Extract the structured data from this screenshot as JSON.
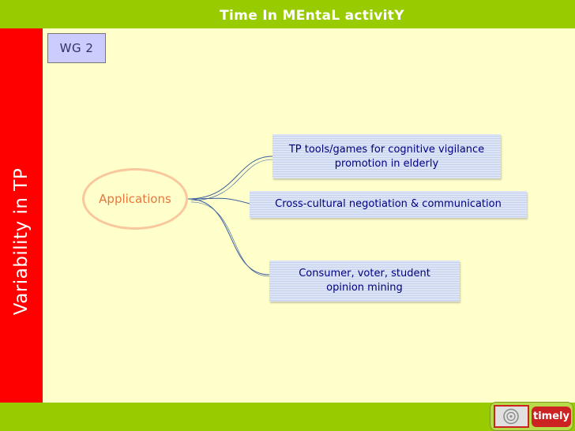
{
  "header": {
    "title": "Time In MEntaL activitY"
  },
  "sidebar": {
    "label": "Variability in TP"
  },
  "badge": {
    "label": "WG 2"
  },
  "diagram": {
    "hub": "Applications",
    "nodes": [
      {
        "line1": "TP tools/games for cognitive vigilance",
        "line2": "promotion in elderly"
      },
      {
        "line1": "Cross-cultural negotiation & communication"
      },
      {
        "line1": "Consumer, voter, student",
        "line2": "opinion mining"
      }
    ]
  },
  "logo": {
    "text": "timely"
  },
  "colors": {
    "bar_green": "#99cc00",
    "sidebar_red": "#ff0000",
    "background": "#ffffcc",
    "hub_text": "#e8763c",
    "node_text": "#000080"
  }
}
